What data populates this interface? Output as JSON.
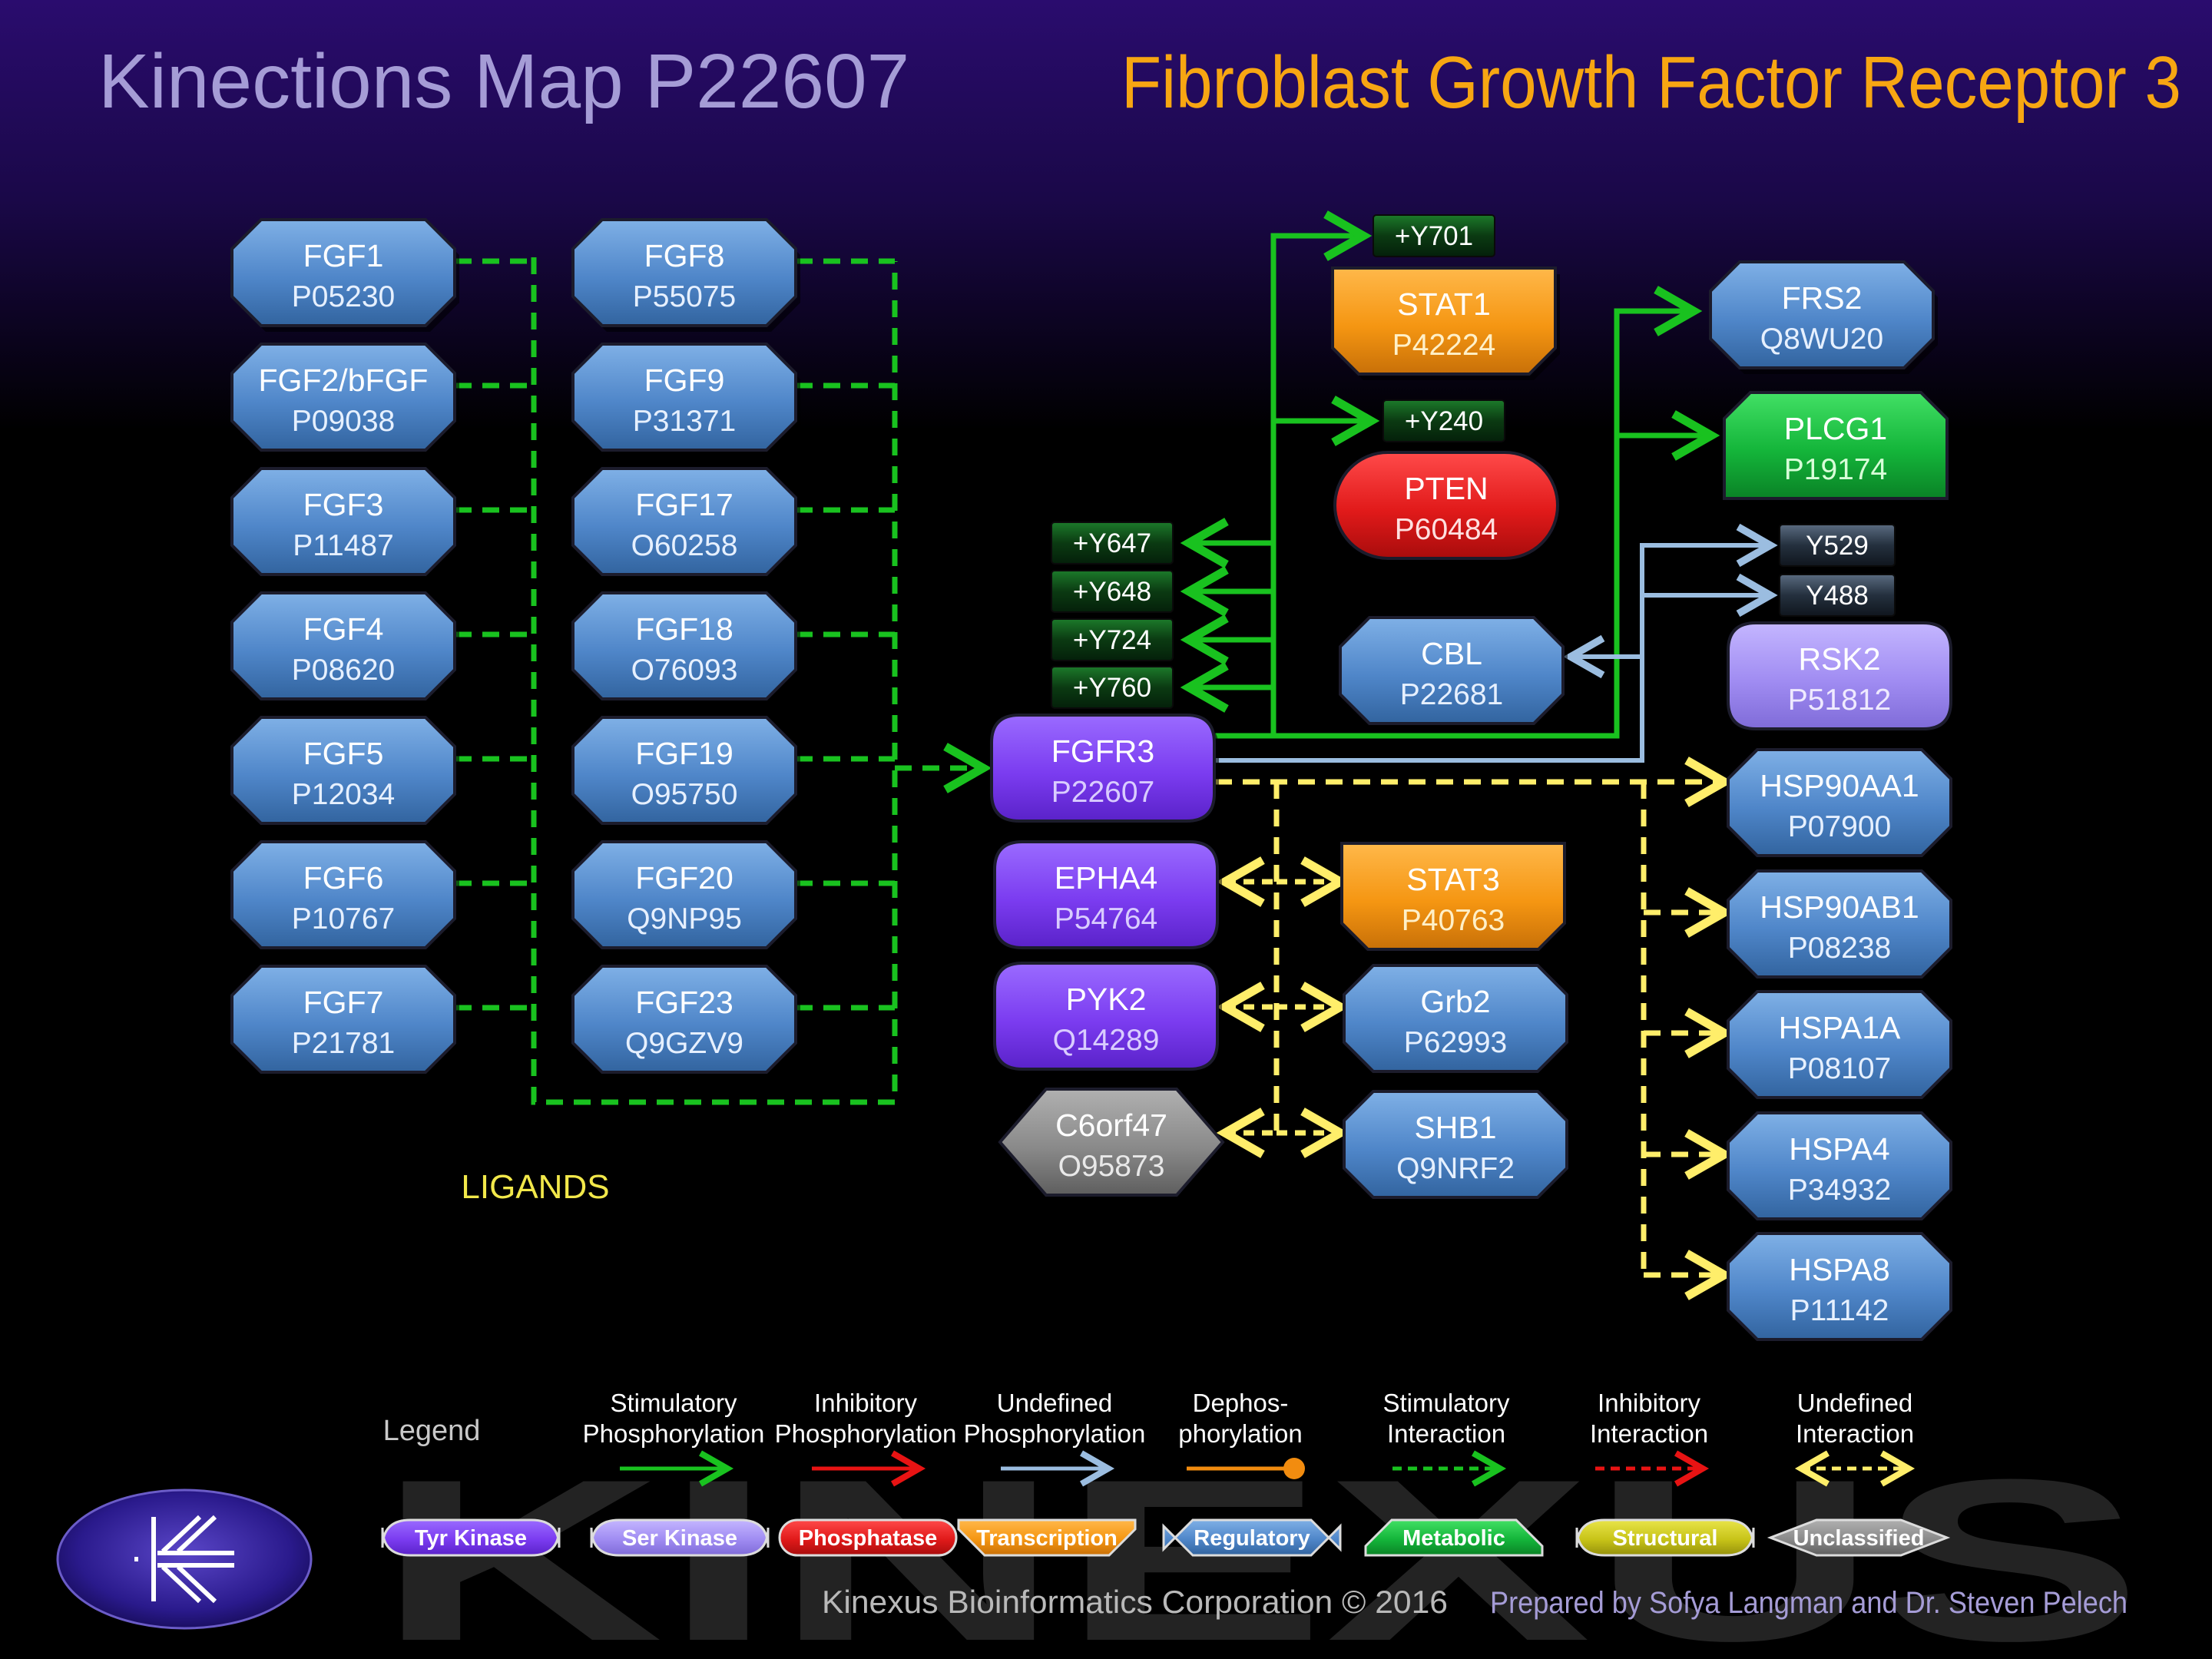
{
  "header": {
    "map_title": "Kinections Map P22607",
    "protein_name": "Fibroblast Growth Factor Receptor 3"
  },
  "section_label": "LIGANDS",
  "colors": {
    "tyr_kinase": "#7b3cf0",
    "ser_kinase": "#a08cf2",
    "phosphatase": "#e11a1a",
    "transcription": "#f59612",
    "regulatory": "#4f86c9",
    "metabolic": "#14b53a",
    "structural": "#c8c418",
    "unclassified": "#8a8a8a",
    "stimulatory": "#19c21f",
    "inhibitory": "#e81313",
    "undefined_phos": "#9bbde0",
    "dephos": "#f28c0f",
    "undefined_interaction": "#ffee6a",
    "title_left": "#a59cd6",
    "title_right": "#f7a612",
    "ligand_label": "#f2e84a"
  },
  "nodes": [
    {
      "id": "fgf1",
      "name": "FGF1",
      "acc": "P05230",
      "type": "regulatory"
    },
    {
      "id": "fgf2",
      "name": "FGF2/bFGF",
      "acc": "P09038",
      "type": "regulatory"
    },
    {
      "id": "fgf3",
      "name": "FGF3",
      "acc": "P11487",
      "type": "regulatory"
    },
    {
      "id": "fgf4",
      "name": "FGF4",
      "acc": "P08620",
      "type": "regulatory"
    },
    {
      "id": "fgf5",
      "name": "FGF5",
      "acc": "P12034",
      "type": "regulatory"
    },
    {
      "id": "fgf6",
      "name": "FGF6",
      "acc": "P10767",
      "type": "regulatory"
    },
    {
      "id": "fgf7",
      "name": "FGF7",
      "acc": "P21781",
      "type": "regulatory"
    },
    {
      "id": "fgf8",
      "name": "FGF8",
      "acc": "P55075",
      "type": "regulatory"
    },
    {
      "id": "fgf9",
      "name": "FGF9",
      "acc": "P31371",
      "type": "regulatory"
    },
    {
      "id": "fgf17",
      "name": "FGF17",
      "acc": "O60258",
      "type": "regulatory"
    },
    {
      "id": "fgf18",
      "name": "FGF18",
      "acc": "O76093",
      "type": "regulatory"
    },
    {
      "id": "fgf19",
      "name": "FGF19",
      "acc": "O95750",
      "type": "regulatory"
    },
    {
      "id": "fgf20",
      "name": "FGF20",
      "acc": "Q9NP95",
      "type": "regulatory"
    },
    {
      "id": "fgf23",
      "name": "FGF23",
      "acc": "Q9GZV9",
      "type": "regulatory"
    },
    {
      "id": "fgfr3",
      "name": "FGFR3",
      "acc": "P22607",
      "type": "tyr_kinase"
    },
    {
      "id": "epha4",
      "name": "EPHA4",
      "acc": "P54764",
      "type": "tyr_kinase"
    },
    {
      "id": "pyk2",
      "name": "PYK2",
      "acc": "Q14289",
      "type": "tyr_kinase"
    },
    {
      "id": "c6orf47",
      "name": "C6orf47",
      "acc": "O95873",
      "type": "unclassified"
    },
    {
      "id": "stat1",
      "name": "STAT1",
      "acc": "P42224",
      "type": "transcription"
    },
    {
      "id": "pten",
      "name": "PTEN",
      "acc": "P60484",
      "type": "phosphatase"
    },
    {
      "id": "cbl",
      "name": "CBL",
      "acc": "P22681",
      "type": "regulatory"
    },
    {
      "id": "stat3",
      "name": "STAT3",
      "acc": "P40763",
      "type": "transcription"
    },
    {
      "id": "grb2",
      "name": "Grb2",
      "acc": "P62993",
      "type": "regulatory"
    },
    {
      "id": "shb1",
      "name": "SHB1",
      "acc": "Q9NRF2",
      "type": "regulatory"
    },
    {
      "id": "frs2",
      "name": "FRS2",
      "acc": "Q8WU20",
      "type": "regulatory"
    },
    {
      "id": "plcg1",
      "name": "PLCG1",
      "acc": "P19174",
      "type": "metabolic"
    },
    {
      "id": "rsk2",
      "name": "RSK2",
      "acc": "P51812",
      "type": "ser_kinase"
    },
    {
      "id": "hsp90aa1",
      "name": "HSP90AA1",
      "acc": "P07900",
      "type": "regulatory"
    },
    {
      "id": "hsp90ab1",
      "name": "HSP90AB1",
      "acc": "P08238",
      "type": "regulatory"
    },
    {
      "id": "hspa1a",
      "name": "HSPA1A",
      "acc": "P08107",
      "type": "regulatory"
    },
    {
      "id": "hspa4",
      "name": "HSPA4",
      "acc": "P34932",
      "type": "regulatory"
    },
    {
      "id": "hspa8",
      "name": "HSPA8",
      "acc": "P11142",
      "type": "regulatory"
    }
  ],
  "sites": [
    {
      "id": "y701",
      "label": "+Y701",
      "kind": "stim"
    },
    {
      "id": "y240",
      "label": "+Y240",
      "kind": "stim"
    },
    {
      "id": "y647",
      "label": "+Y647",
      "kind": "stim"
    },
    {
      "id": "y648",
      "label": "+Y648",
      "kind": "stim"
    },
    {
      "id": "y724",
      "label": "+Y724",
      "kind": "stim"
    },
    {
      "id": "y760",
      "label": "+Y760",
      "kind": "stim"
    },
    {
      "id": "y529",
      "label": "Y529",
      "kind": "undef"
    },
    {
      "id": "y488",
      "label": "Y488",
      "kind": "undef"
    }
  ],
  "legend": {
    "title": "Legend",
    "arrows": [
      {
        "line1": "Stimulatory",
        "line2": "Phosphorylation",
        "style": "stim_phos"
      },
      {
        "line1": "Inhibitory",
        "line2": "Phosphorylation",
        "style": "inhib_phos"
      },
      {
        "line1": "Undefined",
        "line2": "Phosphorylation",
        "style": "undef_phos"
      },
      {
        "line1": "Dephos-",
        "line2": "phorylation",
        "style": "dephos"
      },
      {
        "line1": "Stimulatory",
        "line2": "Interaction",
        "style": "stim_int"
      },
      {
        "line1": "Inhibitory",
        "line2": "Interaction",
        "style": "inhib_int"
      },
      {
        "line1": "Undefined",
        "line2": "Interaction",
        "style": "undef_int"
      }
    ],
    "chips": [
      {
        "label": "Tyr Kinase",
        "type": "tyr_kinase"
      },
      {
        "label": "Ser Kinase",
        "type": "ser_kinase"
      },
      {
        "label": "Phosphatase",
        "type": "phosphatase"
      },
      {
        "label": "Transcription",
        "type": "transcription"
      },
      {
        "label": "Regulatory",
        "type": "regulatory"
      },
      {
        "label": "Metabolic",
        "type": "metabolic"
      },
      {
        "label": "Structural",
        "type": "structural"
      },
      {
        "label": "Unclassified",
        "type": "unclassified"
      }
    ]
  },
  "watermark": "KINEXUS",
  "footer": {
    "copyright": "Kinexus Bioinformatics Corporation © 2016",
    "prepared_by": "Prepared by Sofya Langman and Dr. Steven Pelech"
  }
}
